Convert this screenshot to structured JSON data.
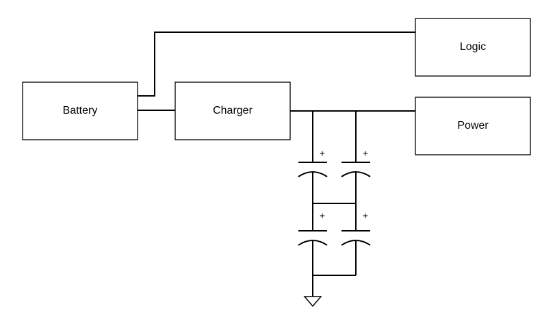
{
  "blocks": {
    "battery": "Battery",
    "charger": "Charger",
    "logic": "Logic",
    "power": "Power"
  },
  "capacitor_polarity": "+"
}
